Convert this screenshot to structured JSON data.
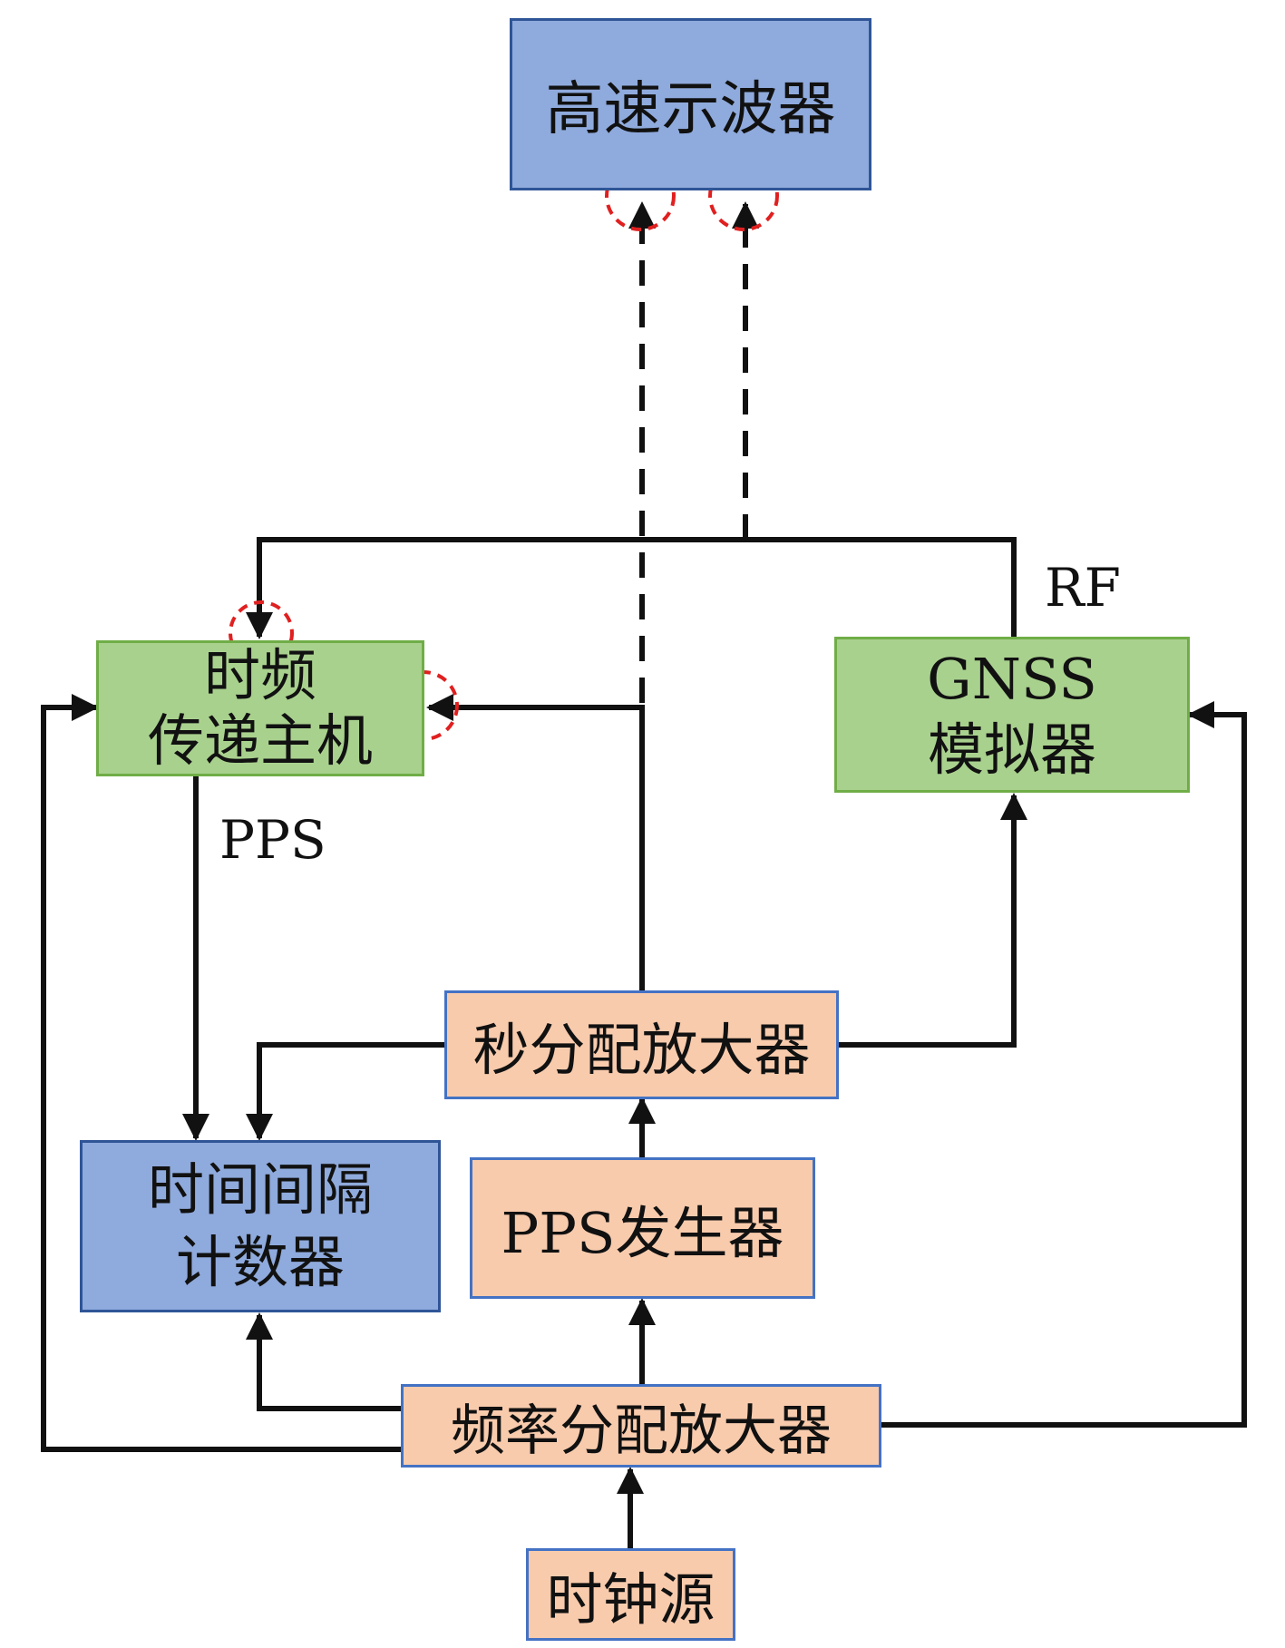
{
  "boxes": {
    "oscilloscope": "高速示波器",
    "tf_host": [
      "时频",
      "传递主机"
    ],
    "gnss": [
      "GNSS",
      "模拟器"
    ],
    "pps_dist": "秒分配放大器",
    "tic": [
      "时间间隔",
      "计数器"
    ],
    "pps_gen": "PPS发生器",
    "freq_dist": "频率分配放大器",
    "clock": "时钟源"
  },
  "labels": {
    "rf": "RF",
    "pps": "PPS"
  },
  "colors": {
    "blue_fill": "#8faadc",
    "green_fill": "#a9d18e",
    "orange_fill": "#f8cbad",
    "marker": "#e02020",
    "line": "#111111"
  }
}
